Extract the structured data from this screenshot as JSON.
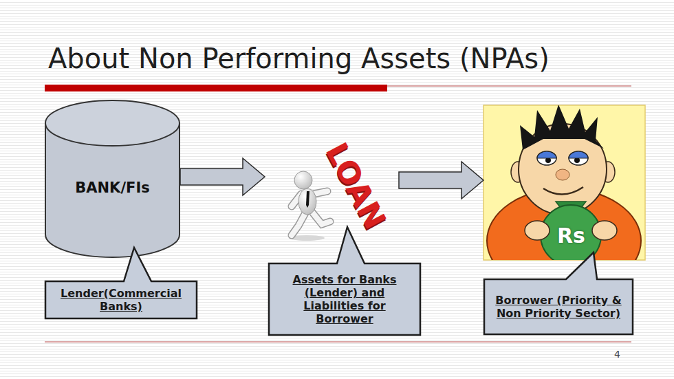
{
  "diagram": {
    "title": "About Non Performing Assets (NPAs)",
    "nodes": [
      {
        "text": [
          "BANK/FIs"
        ]
      },
      {
        "text": [
          "LOAN"
        ]
      },
      {
        "text": [
          "Rs"
        ]
      },
      {
        "text": [
          "Lender(Commercial Banks)"
        ]
      },
      {
        "text": [
          "Assets for Banks (Lender) and Liabilities for Borrower"
        ]
      },
      {
        "text": [
          "Borrower (Priority & Non Priority Sector)"
        ]
      }
    ],
    "edges": [
      {
        "from": 0,
        "to": 1,
        "arrow": "to"
      },
      {
        "from": 1,
        "to": 2,
        "arrow": "to"
      }
    ],
    "labels": [
      "4"
    ]
  }
}
